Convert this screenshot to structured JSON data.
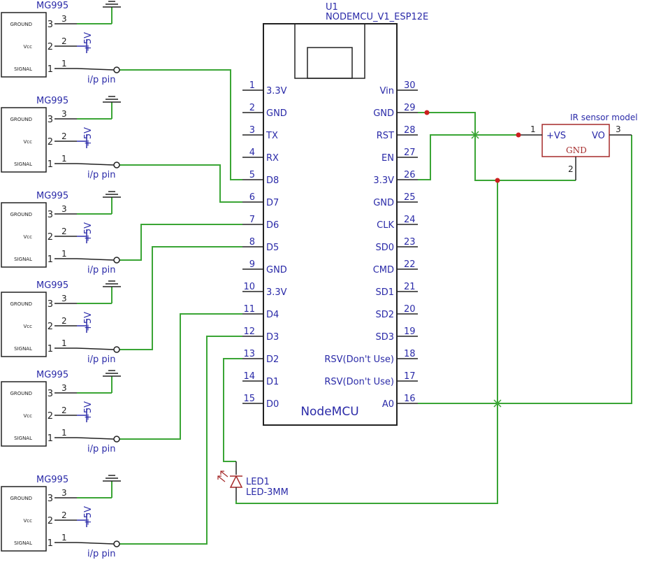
{
  "colors": {
    "wire": "#3aa535",
    "label": "#2a2aa8",
    "line": "#222222",
    "junction": "#cc1f1f",
    "ir_text": "#a52a2a"
  },
  "mcu": {
    "ref": "U1",
    "part": "NODEMCU_V1_ESP12E",
    "body_label": "NodeMCU",
    "left_pins": [
      {
        "num": "1",
        "name": "3.3V"
      },
      {
        "num": "2",
        "name": "GND"
      },
      {
        "num": "3",
        "name": "TX"
      },
      {
        "num": "4",
        "name": "RX"
      },
      {
        "num": "5",
        "name": "D8"
      },
      {
        "num": "6",
        "name": "D7"
      },
      {
        "num": "7",
        "name": "D6"
      },
      {
        "num": "8",
        "name": "D5"
      },
      {
        "num": "9",
        "name": "GND"
      },
      {
        "num": "10",
        "name": "3.3V"
      },
      {
        "num": "11",
        "name": "D4"
      },
      {
        "num": "12",
        "name": "D3"
      },
      {
        "num": "13",
        "name": "D2"
      },
      {
        "num": "14",
        "name": "D1"
      },
      {
        "num": "15",
        "name": "D0"
      }
    ],
    "right_pins": [
      {
        "num": "30",
        "name": "Vin"
      },
      {
        "num": "29",
        "name": "GND"
      },
      {
        "num": "28",
        "name": "RST"
      },
      {
        "num": "27",
        "name": "EN"
      },
      {
        "num": "26",
        "name": "3.3V"
      },
      {
        "num": "25",
        "name": "GND"
      },
      {
        "num": "24",
        "name": "CLK"
      },
      {
        "num": "23",
        "name": "SD0"
      },
      {
        "num": "22",
        "name": "CMD"
      },
      {
        "num": "21",
        "name": "SD1"
      },
      {
        "num": "20",
        "name": "SD2"
      },
      {
        "num": "19",
        "name": "SD3"
      },
      {
        "num": "18",
        "name": "RSV(Don't Use)"
      },
      {
        "num": "17",
        "name": "RSV(Don't Use)"
      },
      {
        "num": "16",
        "name": "A0"
      }
    ]
  },
  "servos": [
    {
      "title": "MG995",
      "pins": [
        {
          "name": "GROUND",
          "num": "3"
        },
        {
          "name": "Vcc",
          "num": "2"
        },
        {
          "name": "SIGNAL",
          "num": "1"
        }
      ],
      "supply": "+5V",
      "input": "i/p pin"
    },
    {
      "title": "MG995",
      "pins": [
        {
          "name": "GROUND",
          "num": "3"
        },
        {
          "name": "Vcc",
          "num": "2"
        },
        {
          "name": "SIGNAL",
          "num": "1"
        }
      ],
      "supply": "+5V",
      "input": "i/p pin"
    },
    {
      "title": "MG995",
      "pins": [
        {
          "name": "GROUND",
          "num": "3"
        },
        {
          "name": "Vcc",
          "num": "2"
        },
        {
          "name": "SIGNAL",
          "num": "1"
        }
      ],
      "supply": "+5V",
      "input": "i/p pin"
    },
    {
      "title": "MG995",
      "pins": [
        {
          "name": "GROUND",
          "num": "3"
        },
        {
          "name": "Vcc",
          "num": "2"
        },
        {
          "name": "SIGNAL",
          "num": "1"
        }
      ],
      "supply": "+5V",
      "input": "i/p pin"
    },
    {
      "title": "MG995",
      "pins": [
        {
          "name": "GROUND",
          "num": "3"
        },
        {
          "name": "Vcc",
          "num": "2"
        },
        {
          "name": "SIGNAL",
          "num": "1"
        }
      ],
      "supply": "+5V",
      "input": "i/p pin"
    },
    {
      "title": "MG995",
      "pins": [
        {
          "name": "GROUND",
          "num": "3"
        },
        {
          "name": "Vcc",
          "num": "2"
        },
        {
          "name": "SIGNAL",
          "num": "1"
        }
      ],
      "supply": "+5V",
      "input": "i/p pin"
    }
  ],
  "ir_sensor": {
    "title": "IR sensor model",
    "vs_label": "+VS",
    "vo_label": "VO",
    "gnd_label": "GND",
    "vs_pin": "1",
    "vo_pin": "3",
    "gnd_pin": "2"
  },
  "led": {
    "ref": "LED1",
    "part": "LED-3MM"
  }
}
